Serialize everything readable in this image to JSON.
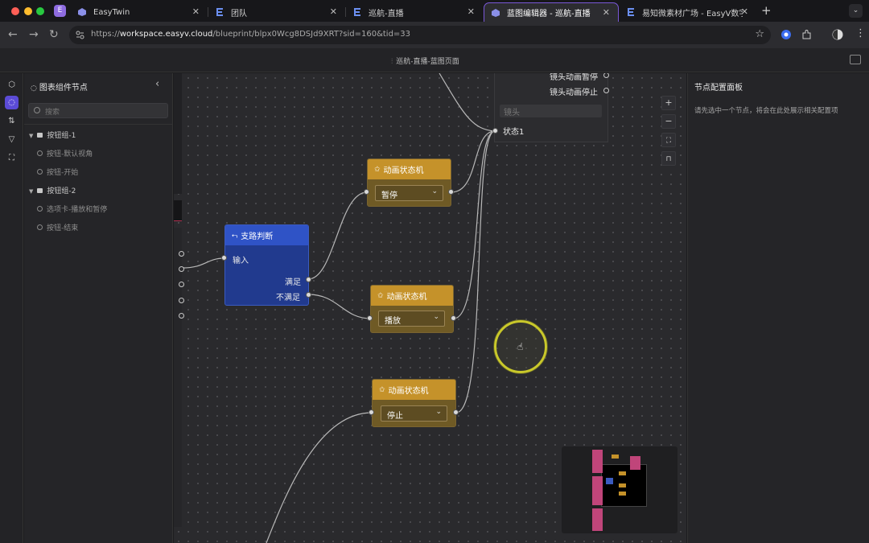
{
  "browser": {
    "tab_group_label": "E",
    "tabs": [
      {
        "title": "EasyTwin"
      },
      {
        "title": "团队"
      },
      {
        "title": "巡航-直播"
      },
      {
        "title": "蓝图编辑器 - 巡航-直播",
        "active": true
      },
      {
        "title": "易知微素材广场 - EasyV数字孪"
      }
    ],
    "url_prefix": "https://",
    "url_host": "workspace.easyv.cloud",
    "url_path": "/blueprint/blpx0Wcg8DSJd9XRT?sid=160&tid=33"
  },
  "app": {
    "title": "巡航-直播-蓝图页面"
  },
  "left_panel": {
    "title": "图表组件节点",
    "search_placeholder": "搜索",
    "tree": [
      {
        "label": "按钮组-1",
        "type": "group"
      },
      {
        "label": "按钮-默认视角",
        "type": "child"
      },
      {
        "label": "按钮-开始",
        "type": "child"
      },
      {
        "label": "按钮组-2",
        "type": "group"
      },
      {
        "label": "选项卡-播放和暂停",
        "type": "child"
      },
      {
        "label": "按钮-结束",
        "type": "child"
      }
    ]
  },
  "canvas": {
    "camera_node": {
      "ports": [
        "镜头动画暂停",
        "镜头动画停止"
      ],
      "field_placeholder": "镜头",
      "state_label": "状态1"
    },
    "branch_node": {
      "title": "支路判断",
      "input": "输入",
      "out_true": "满足",
      "out_false": "不满足"
    },
    "anim_nodes": [
      {
        "title": "动画状态机",
        "value": "暂停"
      },
      {
        "title": "动画状态机",
        "value": "播放"
      },
      {
        "title": "动画状态机",
        "value": "停止"
      }
    ],
    "zoom_controls": [
      "+",
      "−",
      "⛶",
      "🔓"
    ]
  },
  "right_panel": {
    "title": "节点配置面板",
    "hint": "请先选中一个节点，将会在此处展示相关配置项"
  },
  "colors": {
    "accent": "#5b4bd6",
    "anim_header": "#c5922a",
    "branch_header": "#2f53c6",
    "cursor_highlight": "#c9c82a"
  }
}
